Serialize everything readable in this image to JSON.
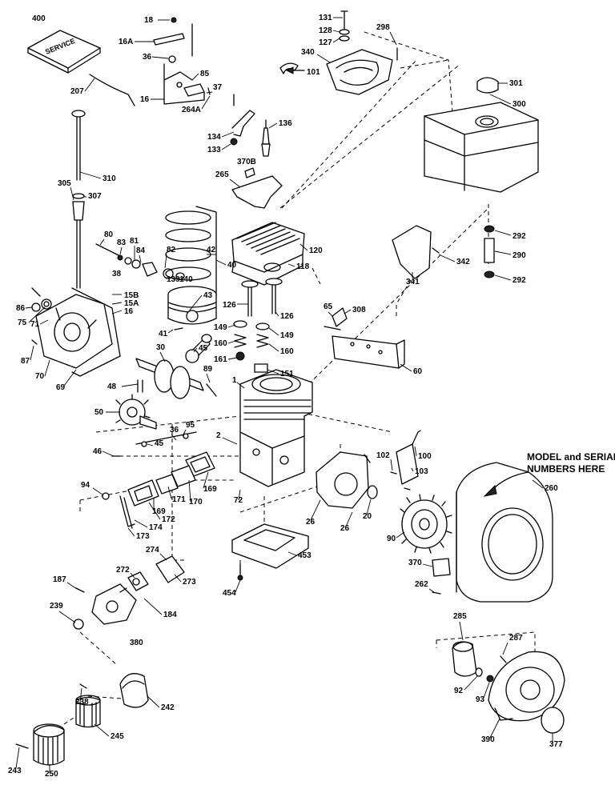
{
  "diagram": {
    "note": [
      "MODEL and SERIAL",
      "NUMBERS HERE"
    ],
    "manual_box_text": "SERVICE",
    "labels": [
      {
        "id": "400",
        "text": "400"
      },
      {
        "id": "18",
        "text": "18"
      },
      {
        "id": "16A",
        "text": "16A"
      },
      {
        "id": "36a",
        "text": "36"
      },
      {
        "id": "85",
        "text": "85"
      },
      {
        "id": "37",
        "text": "37"
      },
      {
        "id": "16",
        "text": "16"
      },
      {
        "id": "264A",
        "text": "264A"
      },
      {
        "id": "207",
        "text": "207"
      },
      {
        "id": "131",
        "text": "131"
      },
      {
        "id": "128",
        "text": "128"
      },
      {
        "id": "127",
        "text": "127"
      },
      {
        "id": "298",
        "text": "298"
      },
      {
        "id": "340",
        "text": "340"
      },
      {
        "id": "101",
        "text": "101"
      },
      {
        "id": "301",
        "text": "301"
      },
      {
        "id": "300",
        "text": "300"
      },
      {
        "id": "136",
        "text": "136"
      },
      {
        "id": "134",
        "text": "134"
      },
      {
        "id": "133",
        "text": "133"
      },
      {
        "id": "370B",
        "text": "370B"
      },
      {
        "id": "265",
        "text": "265"
      },
      {
        "id": "310",
        "text": "310"
      },
      {
        "id": "305",
        "text": "305"
      },
      {
        "id": "307",
        "text": "307"
      },
      {
        "id": "80",
        "text": "80"
      },
      {
        "id": "83",
        "text": "83"
      },
      {
        "id": "81",
        "text": "81"
      },
      {
        "id": "84",
        "text": "84"
      },
      {
        "id": "82",
        "text": "82"
      },
      {
        "id": "42",
        "text": "42"
      },
      {
        "id": "40",
        "text": "40"
      },
      {
        "id": "120",
        "text": "120"
      },
      {
        "id": "118",
        "text": "118"
      },
      {
        "id": "292a",
        "text": "292"
      },
      {
        "id": "290",
        "text": "290"
      },
      {
        "id": "292b",
        "text": "292"
      },
      {
        "id": "342",
        "text": "342"
      },
      {
        "id": "341",
        "text": "341"
      },
      {
        "id": "38",
        "text": "38"
      },
      {
        "id": "139",
        "text": "139"
      },
      {
        "id": "140",
        "text": "140"
      },
      {
        "id": "15B",
        "text": "15B"
      },
      {
        "id": "15A",
        "text": "15A"
      },
      {
        "id": "16b",
        "text": "16"
      },
      {
        "id": "86",
        "text": "86"
      },
      {
        "id": "75",
        "text": "75"
      },
      {
        "id": "71",
        "text": "71"
      },
      {
        "id": "43",
        "text": "43"
      },
      {
        "id": "41",
        "text": "41"
      },
      {
        "id": "126a",
        "text": "126"
      },
      {
        "id": "126b",
        "text": "126"
      },
      {
        "id": "65",
        "text": "65"
      },
      {
        "id": "308",
        "text": "308"
      },
      {
        "id": "149a",
        "text": "149"
      },
      {
        "id": "149b",
        "text": "149"
      },
      {
        "id": "160a",
        "text": "160"
      },
      {
        "id": "160b",
        "text": "160"
      },
      {
        "id": "161",
        "text": "161"
      },
      {
        "id": "151",
        "text": "151"
      },
      {
        "id": "87",
        "text": "87"
      },
      {
        "id": "70",
        "text": "70"
      },
      {
        "id": "69",
        "text": "69"
      },
      {
        "id": "30",
        "text": "30"
      },
      {
        "id": "45a",
        "text": "45"
      },
      {
        "id": "89",
        "text": "89"
      },
      {
        "id": "48",
        "text": "48"
      },
      {
        "id": "60",
        "text": "60"
      },
      {
        "id": "1",
        "text": "1"
      },
      {
        "id": "50",
        "text": "50"
      },
      {
        "id": "36b",
        "text": "36"
      },
      {
        "id": "95",
        "text": "95"
      },
      {
        "id": "2",
        "text": "2"
      },
      {
        "id": "46",
        "text": "46"
      },
      {
        "id": "45b",
        "text": "45"
      },
      {
        "id": "102",
        "text": "102"
      },
      {
        "id": "100",
        "text": "100"
      },
      {
        "id": "103",
        "text": "103"
      },
      {
        "id": "260",
        "text": "260"
      },
      {
        "id": "94",
        "text": "94"
      },
      {
        "id": "169a",
        "text": "169"
      },
      {
        "id": "171",
        "text": "171"
      },
      {
        "id": "170",
        "text": "170"
      },
      {
        "id": "169b",
        "text": "169"
      },
      {
        "id": "72",
        "text": "72"
      },
      {
        "id": "172",
        "text": "172"
      },
      {
        "id": "174",
        "text": "174"
      },
      {
        "id": "173",
        "text": "173"
      },
      {
        "id": "26a",
        "text": "26"
      },
      {
        "id": "26b",
        "text": "26"
      },
      {
        "id": "20",
        "text": "20"
      },
      {
        "id": "90",
        "text": "90"
      },
      {
        "id": "274",
        "text": "274"
      },
      {
        "id": "453",
        "text": "453"
      },
      {
        "id": "370",
        "text": "370"
      },
      {
        "id": "262",
        "text": "262"
      },
      {
        "id": "272",
        "text": "272"
      },
      {
        "id": "187",
        "text": "187"
      },
      {
        "id": "273",
        "text": "273"
      },
      {
        "id": "454",
        "text": "454"
      },
      {
        "id": "239",
        "text": "239"
      },
      {
        "id": "184",
        "text": "184"
      },
      {
        "id": "285",
        "text": "285"
      },
      {
        "id": "380",
        "text": "380"
      },
      {
        "id": "287",
        "text": "287"
      },
      {
        "id": "92",
        "text": "92"
      },
      {
        "id": "93",
        "text": "93"
      },
      {
        "id": "238",
        "text": "238"
      },
      {
        "id": "242",
        "text": "242"
      },
      {
        "id": "245",
        "text": "245"
      },
      {
        "id": "390",
        "text": "390"
      },
      {
        "id": "377",
        "text": "377"
      },
      {
        "id": "243",
        "text": "243"
      },
      {
        "id": "250",
        "text": "250"
      }
    ]
  }
}
